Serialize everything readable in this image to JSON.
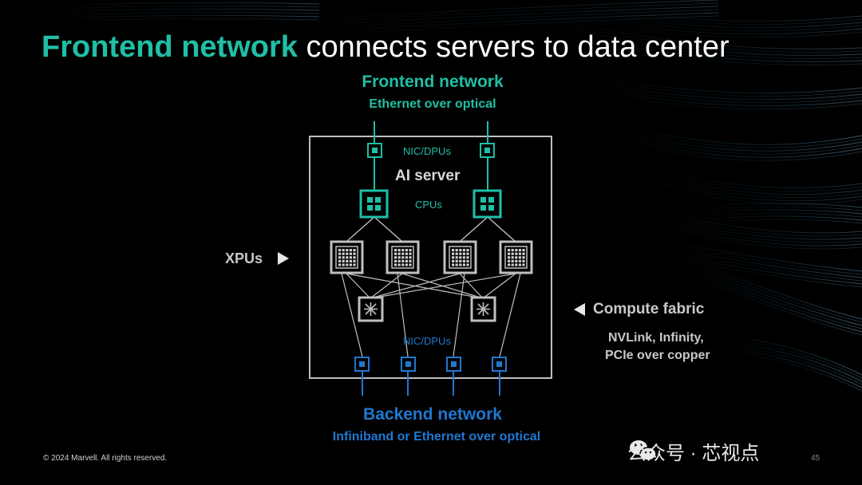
{
  "slide": {
    "title_highlight": "Frontend network",
    "title_rest": " connects servers to data center",
    "frontend_title": "Frontend network",
    "frontend_subtitle": "Ethernet over optical",
    "nic_top_label": "NIC/DPUs",
    "server_label": "AI server",
    "cpus_label": "CPUs",
    "xpus_label": "XPUs",
    "compute_fabric_label": "Compute fabric",
    "compute_fabric_sub_line1": "NVLink, Infinity,",
    "compute_fabric_sub_line2": "PCIe over copper",
    "nic_bottom_label": "NIC/DPUs",
    "backend_title": "Backend network",
    "backend_subtitle": "Infiniband or Ethernet over optical",
    "copyright": "© 2024 Marvell. All rights reserved.",
    "watermark": "公众号 · 芯视点",
    "page_number": "45"
  },
  "colors": {
    "teal": "#1fbfa6",
    "blue": "#1f78d1",
    "gray": "#bfbfbf",
    "background": "#000000",
    "background_streaks": "#3a9fd6"
  },
  "icons": {
    "nic_top": "nic-dpu-chip-icon",
    "cpu": "cpu-chip-icon",
    "xpu": "xpu-chip-icon",
    "switch": "switch-asterisk-icon",
    "nic_bottom": "nic-dpu-chip-icon",
    "arrow_right": "triangle-right-icon",
    "arrow_left": "triangle-left-icon",
    "wechat": "wechat-logo-icon"
  }
}
